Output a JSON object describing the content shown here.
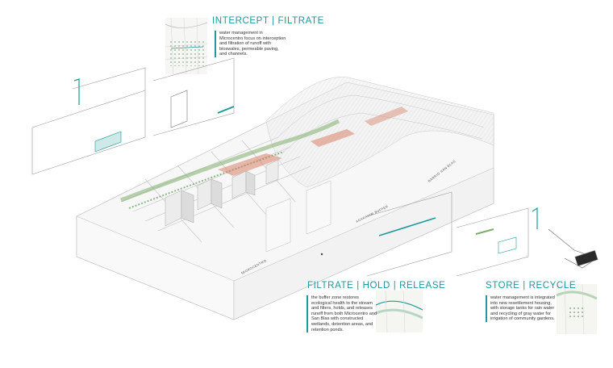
{
  "panels": [
    {
      "title": "INTERCEPT | FILTRATE",
      "description": "water management in Microcentro focus on interception and filtration of runoff with bioswales, permeable paving, and channels."
    },
    {
      "title": "FILTRATE | HOLD | RELEASE",
      "description": "the buffer zone restores ecological health to the stream and filters, holds, and releases runoff from both Microcentro and San Blas with constructed wetlands, detention areas, and retention ponds."
    },
    {
      "title": "STORE | RECYCLE",
      "description": "water management is integrated into new resettlement housing, with storage tanks for rain water and recycling of gray water for irrigation of community gardens."
    }
  ],
  "zone_labels": {
    "microcentro": "MICROCENTRO",
    "buffer": "ACARAHIM BUFFER",
    "san_blas": "BARRIO SAN BLAS"
  },
  "colors": {
    "accent": "#1a9a9a",
    "warm": "#d9826a",
    "green": "#7fae6e"
  }
}
